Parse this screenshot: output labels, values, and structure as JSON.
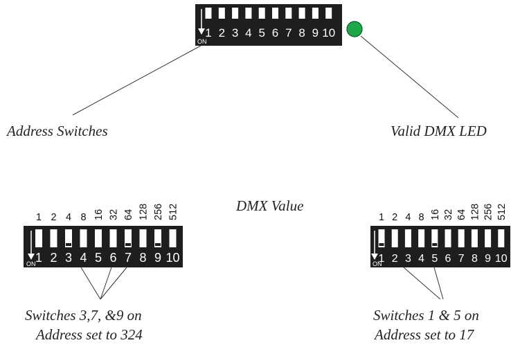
{
  "labels": {
    "address_switches": "Address Switches",
    "valid_dmx_led": "Valid DMX LED",
    "dmx_value": "DMX Value",
    "example_left_line1": "Switches 3,7, &9 on",
    "example_left_line2": "Address set to 324",
    "example_right_line1": "Switches 1 & 5 on",
    "example_right_line2": "Address set to 17"
  },
  "on_label": "ON",
  "switch_numbers": [
    "1",
    "2",
    "3",
    "4",
    "5",
    "6",
    "7",
    "8",
    "9",
    "10"
  ],
  "dmx_values": [
    "1",
    "2",
    "4",
    "8",
    "16",
    "32",
    "64",
    "128",
    "256",
    "512"
  ],
  "colors": {
    "block": "#1e1e1e",
    "led": "#1fa64a",
    "led_stroke": "#0d5a24",
    "line": "#333333"
  },
  "examples": {
    "left": {
      "on_switches": [
        3,
        7,
        9
      ]
    },
    "right": {
      "on_switches": [
        1,
        5
      ]
    }
  }
}
